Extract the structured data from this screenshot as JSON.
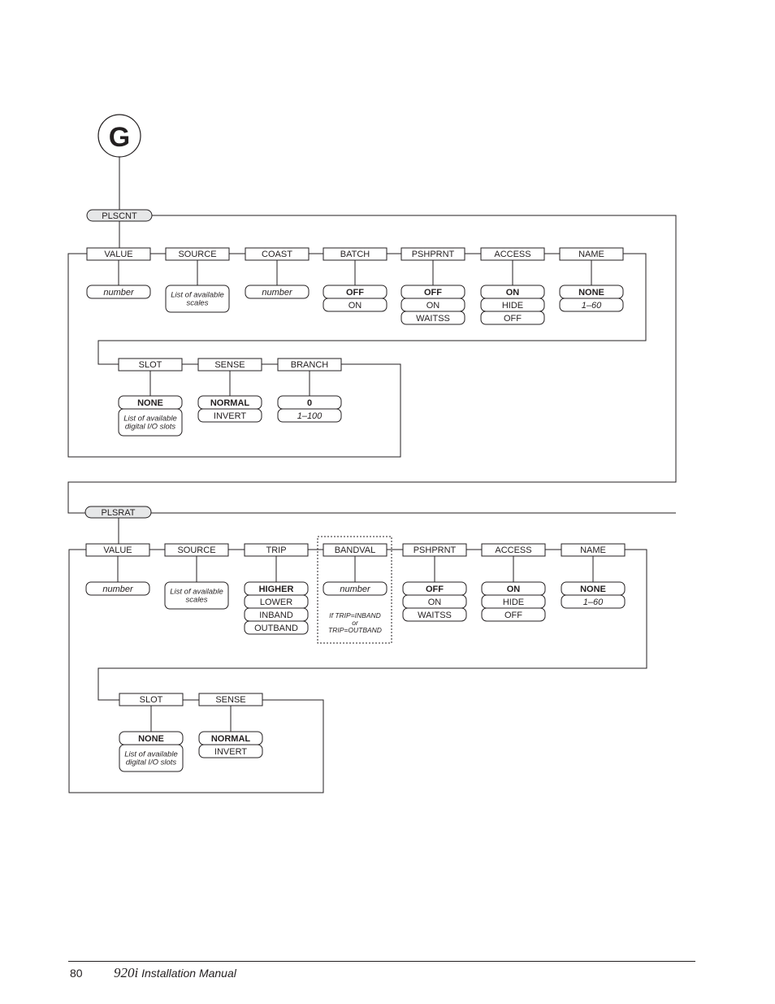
{
  "connector": {
    "letter": "G"
  },
  "sections": [
    {
      "header": "PLSCNT",
      "row1": [
        {
          "label": "VALUE",
          "options": [
            {
              "text": "number",
              "style": "italic"
            }
          ]
        },
        {
          "label": "SOURCE",
          "options": [
            {
              "text": "List of available scales",
              "style": "italic-multi"
            }
          ]
        },
        {
          "label": "COAST",
          "options": [
            {
              "text": "number",
              "style": "italic"
            }
          ]
        },
        {
          "label": "BATCH",
          "options": [
            {
              "text": "OFF",
              "style": "bold"
            },
            {
              "text": "ON",
              "style": "normal"
            }
          ]
        },
        {
          "label": "PSHPRNT",
          "options": [
            {
              "text": "OFF",
              "style": "bold"
            },
            {
              "text": "ON",
              "style": "normal"
            },
            {
              "text": "WAITSS",
              "style": "normal"
            }
          ]
        },
        {
          "label": "ACCESS",
          "options": [
            {
              "text": "ON",
              "style": "bold"
            },
            {
              "text": "HIDE",
              "style": "normal"
            },
            {
              "text": "OFF",
              "style": "normal"
            }
          ]
        },
        {
          "label": "NAME",
          "options": [
            {
              "text": "NONE",
              "style": "bold"
            },
            {
              "text": "1–60",
              "style": "italic"
            }
          ]
        }
      ],
      "row2": [
        {
          "label": "SLOT",
          "options": [
            {
              "text": "NONE",
              "style": "bold"
            },
            {
              "text": "List of available digital I/O slots",
              "style": "italic-multi"
            }
          ]
        },
        {
          "label": "SENSE",
          "options": [
            {
              "text": "NORMAL",
              "style": "bold"
            },
            {
              "text": "INVERT",
              "style": "normal"
            }
          ]
        },
        {
          "label": "BRANCH",
          "options": [
            {
              "text": "0",
              "style": "bold"
            },
            {
              "text": "1–100",
              "style": "italic"
            }
          ]
        }
      ]
    },
    {
      "header": "PLSRAT",
      "row1": [
        {
          "label": "VALUE",
          "options": [
            {
              "text": "number",
              "style": "italic"
            }
          ]
        },
        {
          "label": "SOURCE",
          "options": [
            {
              "text": "List of available scales",
              "style": "italic-multi"
            }
          ]
        },
        {
          "label": "TRIP",
          "options": [
            {
              "text": "HIGHER",
              "style": "bold"
            },
            {
              "text": "LOWER",
              "style": "normal"
            },
            {
              "text": "INBAND",
              "style": "normal"
            },
            {
              "text": "OUTBAND",
              "style": "normal"
            }
          ]
        },
        {
          "label": "BANDVAL",
          "options": [
            {
              "text": "number",
              "style": "italic"
            }
          ],
          "note": [
            "If TRIP=INBAND",
            "or",
            "TRIP=OUTBAND"
          ]
        },
        {
          "label": "PSHPRNT",
          "options": [
            {
              "text": "OFF",
              "style": "bold"
            },
            {
              "text": "ON",
              "style": "normal"
            },
            {
              "text": "WAITSS",
              "style": "normal"
            }
          ]
        },
        {
          "label": "ACCESS",
          "options": [
            {
              "text": "ON",
              "style": "bold"
            },
            {
              "text": "HIDE",
              "style": "normal"
            },
            {
              "text": "OFF",
              "style": "normal"
            }
          ]
        },
        {
          "label": "NAME",
          "options": [
            {
              "text": "NONE",
              "style": "bold"
            },
            {
              "text": "1–60",
              "style": "italic"
            }
          ]
        }
      ],
      "row2": [
        {
          "label": "SLOT",
          "options": [
            {
              "text": "NONE",
              "style": "bold"
            },
            {
              "text": "List of available digital I/O slots",
              "style": "italic-multi"
            }
          ]
        },
        {
          "label": "SENSE",
          "options": [
            {
              "text": "NORMAL",
              "style": "bold"
            },
            {
              "text": "INVERT",
              "style": "normal"
            }
          ]
        }
      ]
    }
  ],
  "footer": {
    "page_number": "80",
    "model": "920i",
    "title": "Installation Manual"
  },
  "colors": {
    "ink": "#231f20",
    "pill_fill": "#e6e7e8",
    "background": "#ffffff"
  }
}
